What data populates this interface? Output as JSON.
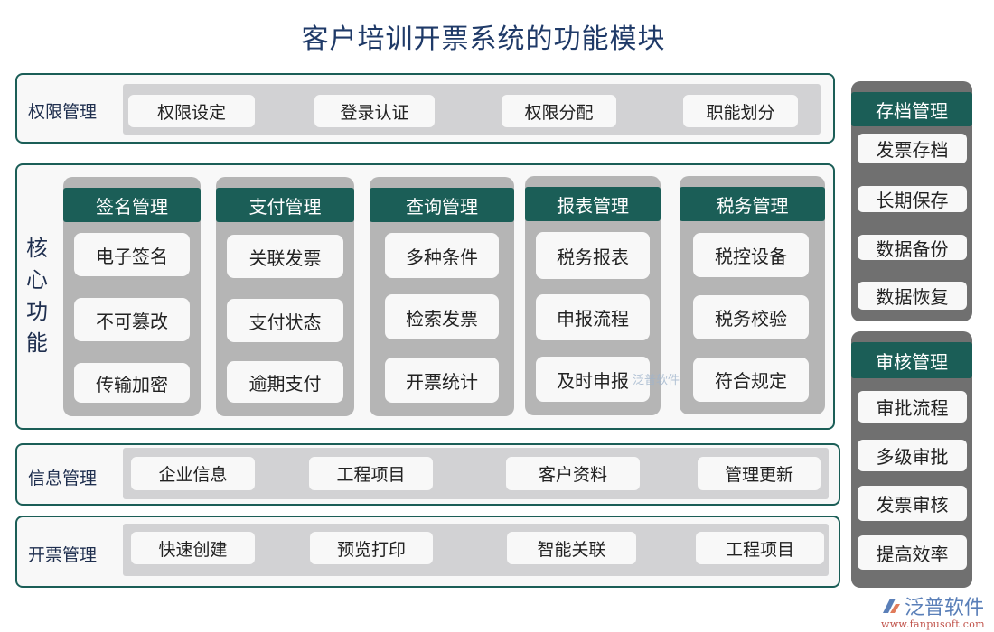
{
  "title": "客户培训开票系统的功能模块",
  "permission": {
    "label": "权限管理",
    "items": [
      "权限设定",
      "登录认证",
      "权限分配",
      "职能划分"
    ]
  },
  "core": {
    "label": "核心功能",
    "columns": [
      {
        "title": "签名管理",
        "items": [
          "电子签名",
          "不可篡改",
          "传输加密"
        ]
      },
      {
        "title": "支付管理",
        "items": [
          "关联发票",
          "支付状态",
          "逾期支付"
        ]
      },
      {
        "title": "查询管理",
        "items": [
          "多种条件",
          "检索发票",
          "开票统计"
        ]
      },
      {
        "title": "报表管理",
        "items": [
          "税务报表",
          "申报流程",
          "及时申报"
        ]
      },
      {
        "title": "税务管理",
        "items": [
          "税控设备",
          "税务校验",
          "符合规定"
        ]
      }
    ]
  },
  "info": {
    "label": "信息管理",
    "items": [
      "企业信息",
      "工程项目",
      "客户资料",
      "管理更新"
    ]
  },
  "invoice": {
    "label": "开票管理",
    "items": [
      "快速创建",
      "预览打印",
      "智能关联",
      "工程项目"
    ]
  },
  "archive": {
    "title": "存档管理",
    "items": [
      "发票存档",
      "长期保存",
      "数据备份",
      "数据恢复"
    ]
  },
  "audit": {
    "title": "审核管理",
    "items": [
      "审批流程",
      "多级审批",
      "发票审核",
      "提高效率"
    ]
  },
  "watermark": "泛普软件",
  "logo": {
    "name": "泛普软件",
    "url": "www.fanpusoft.com"
  },
  "colors": {
    "accent": "#1b5e57",
    "title": "#1f3a68",
    "column_bg": "#b5b5b5",
    "side_bg": "#707070"
  }
}
